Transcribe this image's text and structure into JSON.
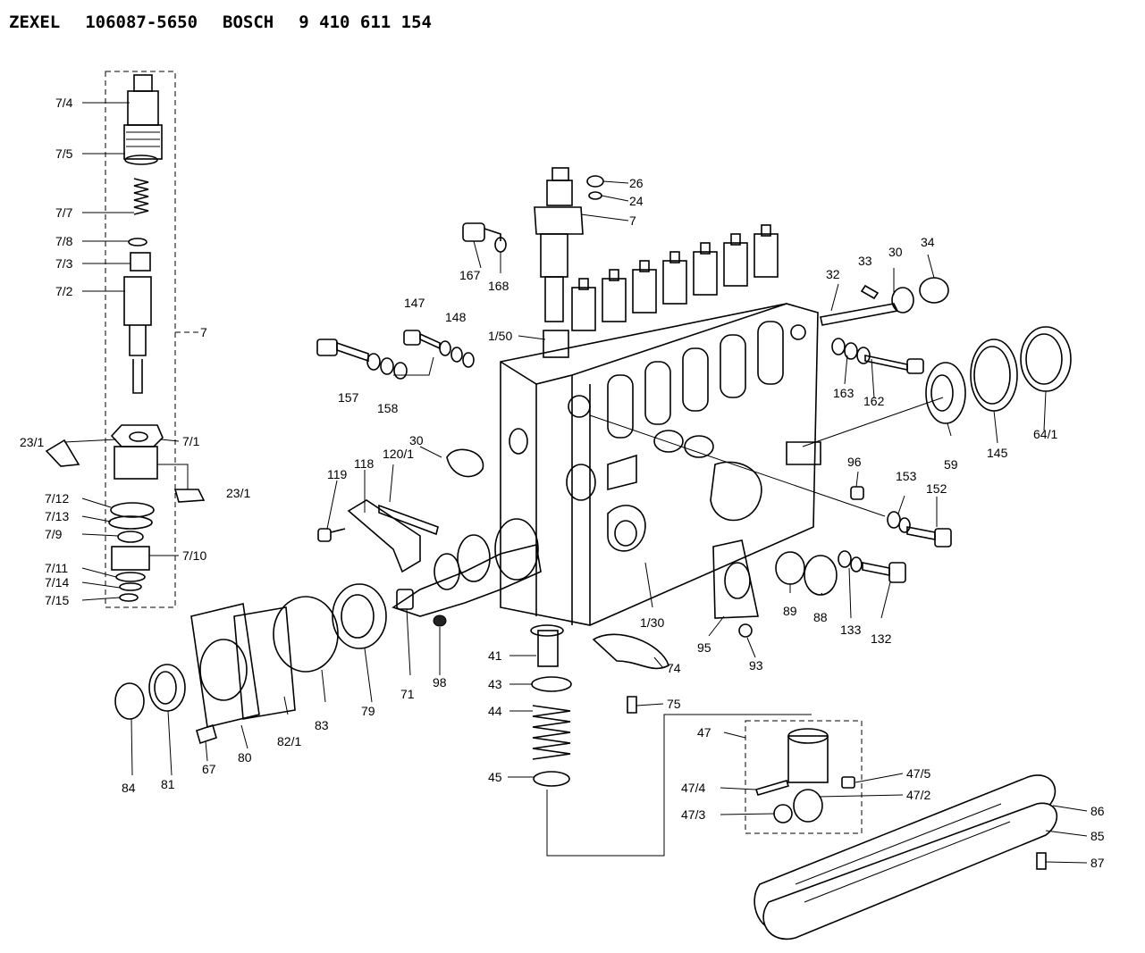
{
  "header": {
    "brand1": "ZEXEL",
    "part1": "106087-5650",
    "brand2": "BOSCH",
    "part2": "9 410 611 154"
  },
  "callouts": [
    "7/4",
    "7/5",
    "7/7",
    "7/8",
    "7/3",
    "7/2",
    "7",
    "23/1",
    "7/1",
    "23/1",
    "7/12",
    "7/13",
    "7/9",
    "7/10",
    "7/11",
    "7/14",
    "7/15",
    "26",
    "24",
    "7",
    "167",
    "168",
    "1/50",
    "147",
    "148",
    "157",
    "158",
    "30",
    "120/1",
    "118",
    "119",
    "33",
    "30",
    "34",
    "32",
    "163",
    "162",
    "64/1",
    "145",
    "59",
    "96",
    "153",
    "152",
    "89",
    "88",
    "133",
    "132",
    "1/30",
    "95",
    "93",
    "98",
    "71",
    "79",
    "83",
    "82/1",
    "80",
    "81",
    "84",
    "67",
    "41",
    "43",
    "44",
    "45",
    "74",
    "75",
    "47",
    "47/5",
    "47/4",
    "47/2",
    "47/3",
    "86",
    "85",
    "87"
  ]
}
